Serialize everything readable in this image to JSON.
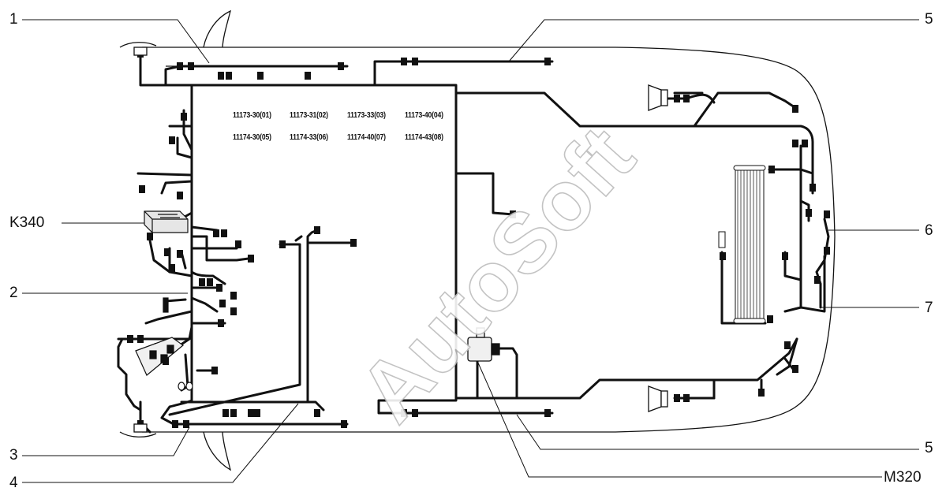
{
  "callouts": {
    "c1": "1",
    "c2": "2",
    "c3": "3",
    "c4": "4",
    "c5_top": "5",
    "c5_bottom": "5",
    "c6": "6",
    "c7": "7",
    "k340": "K340",
    "m320": "M320"
  },
  "models": {
    "row1": [
      "11173-30(01)",
      "11173-31(02)",
      "11173-33(03)",
      "11173-40(04)"
    ],
    "row2": [
      "11174-30(05)",
      "11174-33(06)",
      "11174-40(07)",
      "11174-43(08)"
    ]
  },
  "watermark": "AutoSoft"
}
